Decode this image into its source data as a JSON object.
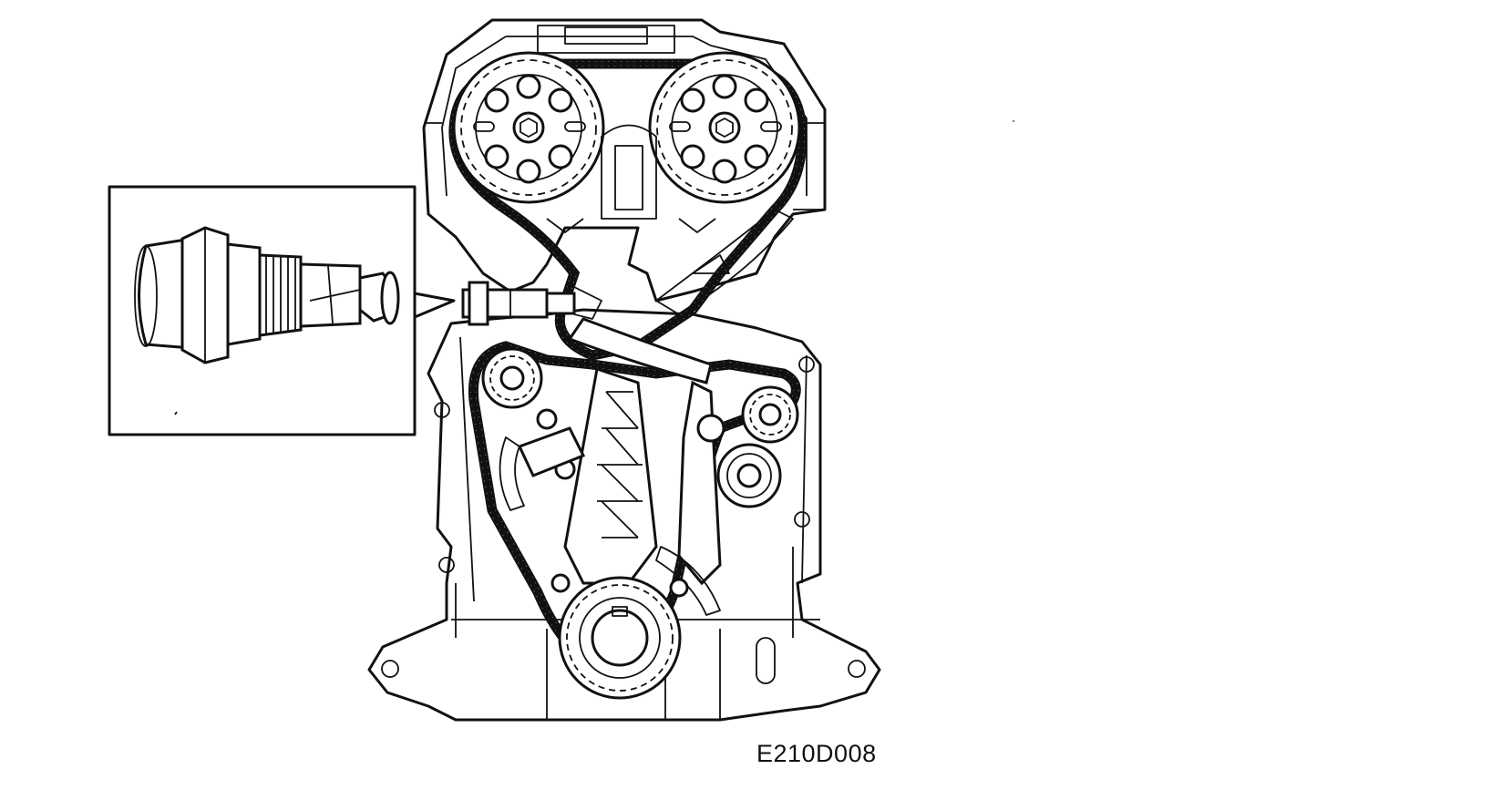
{
  "figure": {
    "code": "E210D008",
    "parts": [
      "engine-front-cover",
      "timing-chain",
      "intake-camshaft-sprocket",
      "exhaust-camshaft-sprocket",
      "crankshaft-sprocket",
      "chain-tensioner",
      "tensioner-arm",
      "chain-guide",
      "oil-pump-sprocket",
      "idler-pulley",
      "tensioner-detail-inset"
    ]
  }
}
